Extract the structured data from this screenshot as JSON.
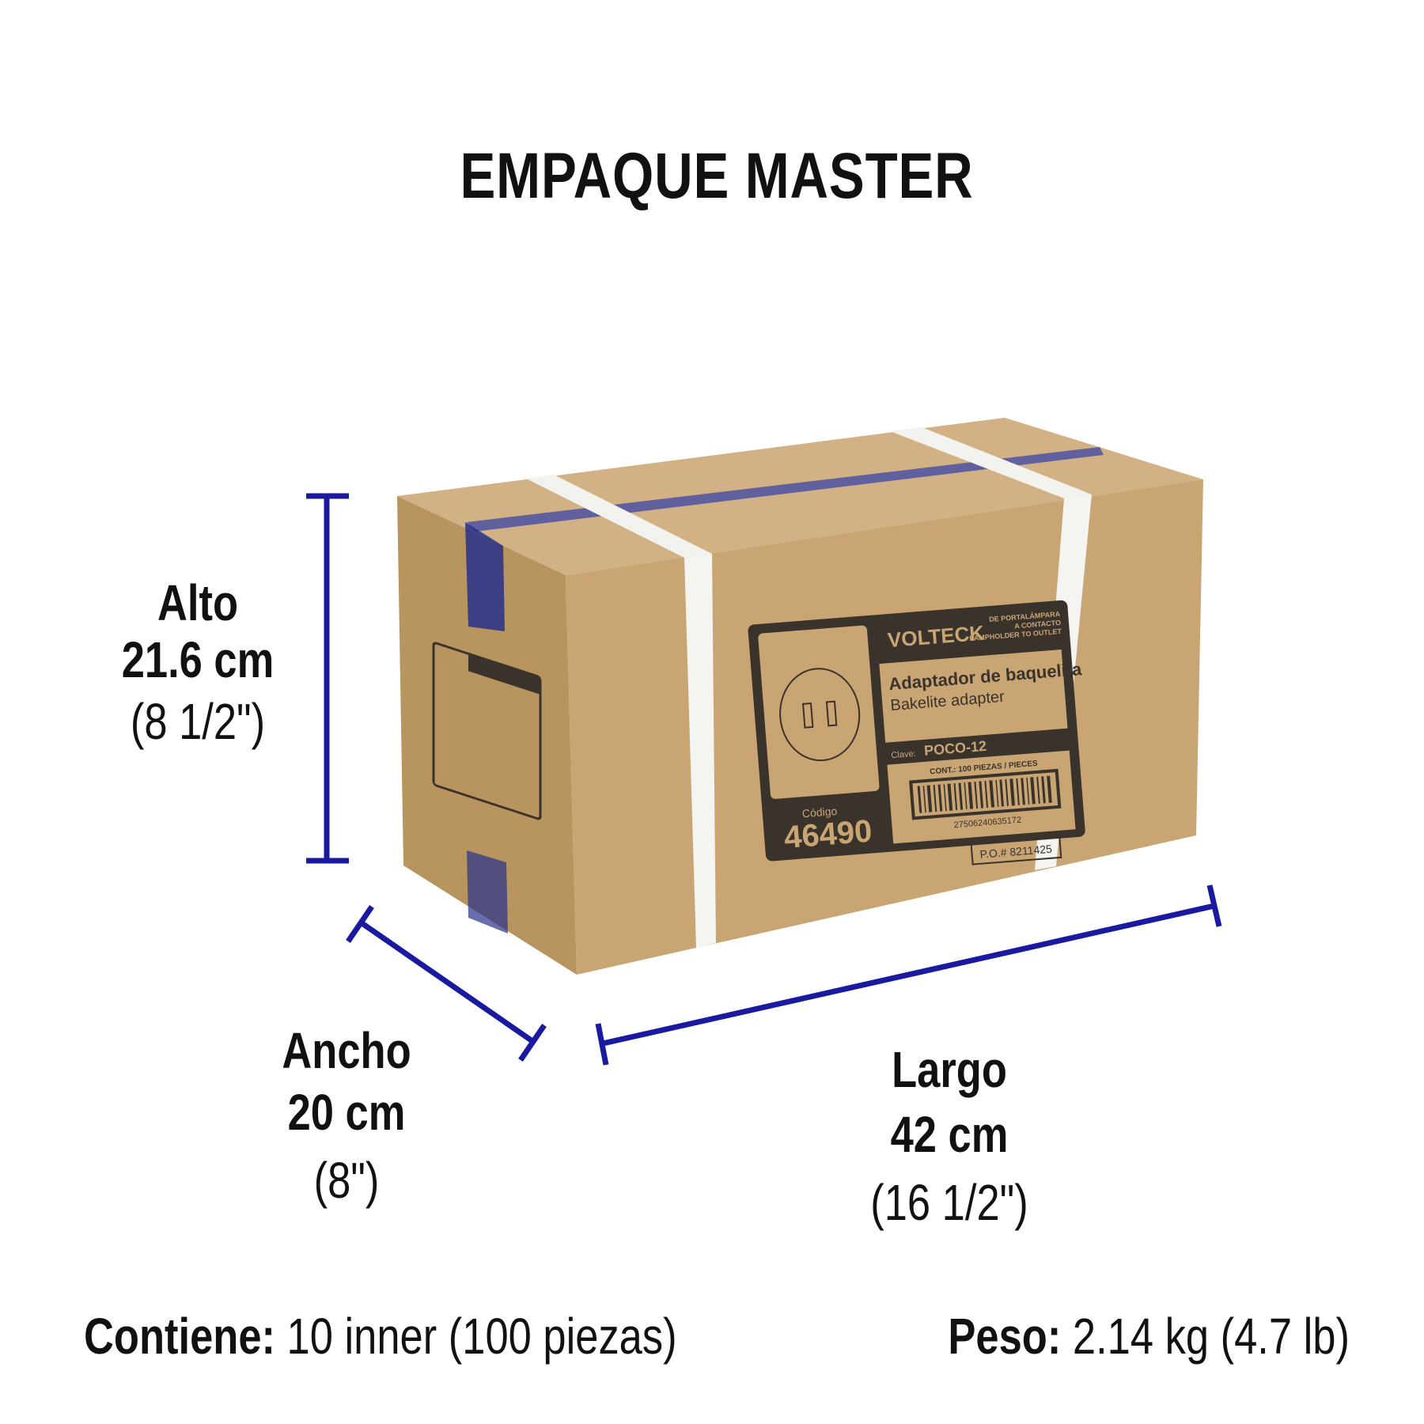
{
  "title": "EMPAQUE MASTER",
  "dimensions": {
    "alto": {
      "label": "Alto",
      "metric": "21.6 cm",
      "imperial": "(8 1/2\")"
    },
    "ancho": {
      "label": "Ancho",
      "metric": "20 cm",
      "imperial": "(8\")"
    },
    "largo": {
      "label": "Largo",
      "metric": "42 cm",
      "imperial": "(16 1/2\")"
    }
  },
  "contents": {
    "label": "Contiene:",
    "value": "10 inner (100 piezas)"
  },
  "weight": {
    "label": "Peso:",
    "value": "2.14 kg (4.7 lb)"
  },
  "box_label": {
    "brand": "VOLTECK",
    "category": [
      "DE PORTALÁMPARA",
      "A CONTACTO",
      "LAMPHOLDER TO OUTLET"
    ],
    "product_es": "Adaptador de baquelita",
    "product_en": "Bakelite adapter",
    "clave_label": "Clave:",
    "clave": "POCO-12",
    "content": "CONT.: 100 PIEZAS / PIECES",
    "barcode": "27506240635172",
    "codigo_label": "Código",
    "codigo": "46490",
    "po": "P.O.# 8211425"
  },
  "colors": {
    "dimension_lines": "#1a1aa0",
    "cardboard": "#c9a574",
    "strap": "#f2f2ee",
    "label_print": "#3a332c"
  }
}
